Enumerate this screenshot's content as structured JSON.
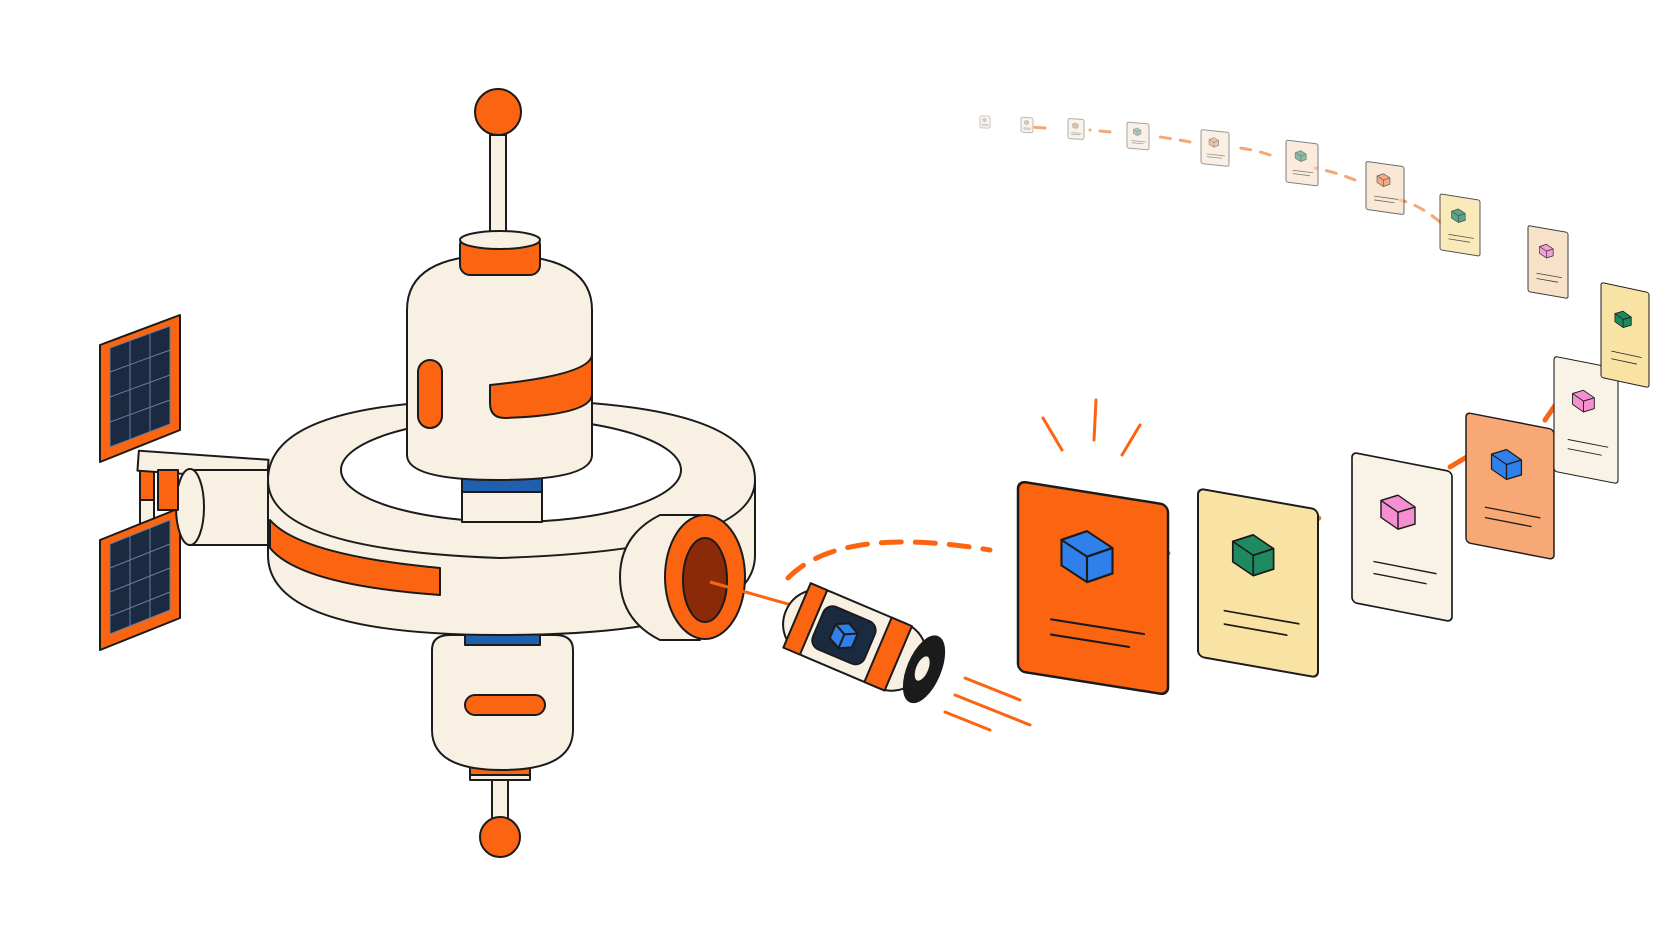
{
  "colors": {
    "outline": "#1b1b1b",
    "cream": "#f7f0e3",
    "accent": "#fb6512",
    "blue": "#1f5fae",
    "navy": "#1a2a40",
    "cube_blue": "#2f80ea",
    "cube_green": "#1f8a60",
    "cube_pink": "#f58fd0",
    "cube_orange": "#f07a3e",
    "card_orange": "#fb6512",
    "card_yellow": "#f9e3a4",
    "card_cream": "#f9f2e6",
    "card_peach": "#f7a875",
    "card_tan": "#f6dcc0",
    "muted_orange": "#f3a878"
  },
  "station": {
    "name": "space-station",
    "solar_panels": 2,
    "docking_port": "front-port"
  },
  "capsule": {
    "name": "cargo-capsule",
    "payload_icon": "cube-icon"
  },
  "cards": [
    {
      "name": "card-featured",
      "fill": "card_orange",
      "cube": "cube_blue",
      "highlight": true
    },
    {
      "name": "card-2",
      "fill": "card_yellow",
      "cube": "cube_green"
    },
    {
      "name": "card-3",
      "fill": "card_cream",
      "cube": "cube_pink"
    },
    {
      "name": "card-4",
      "fill": "card_peach",
      "cube": "cube_blue"
    },
    {
      "name": "card-5",
      "fill": "card_cream",
      "cube": "cube_pink"
    },
    {
      "name": "card-6",
      "fill": "card_yellow",
      "cube": "cube_green"
    },
    {
      "name": "card-7",
      "fill": "card_tan",
      "cube": "cube_pink"
    },
    {
      "name": "card-8",
      "fill": "card_yellow",
      "cube": "cube_green"
    },
    {
      "name": "card-9",
      "fill": "card_tan",
      "cube": "cube_orange"
    },
    {
      "name": "card-10",
      "fill": "card_tan",
      "cube": "cube_green"
    },
    {
      "name": "card-11",
      "fill": "card_tan",
      "cube": "cube_orange"
    },
    {
      "name": "card-12",
      "fill": "card_tan",
      "cube": "cube_green"
    },
    {
      "name": "card-13",
      "fill": "card_tan",
      "cube": "cube_orange"
    },
    {
      "name": "card-14",
      "fill": "card_tan",
      "cube": "cube_pink"
    },
    {
      "name": "card-15",
      "fill": "card_tan",
      "cube": "cube_orange"
    }
  ]
}
